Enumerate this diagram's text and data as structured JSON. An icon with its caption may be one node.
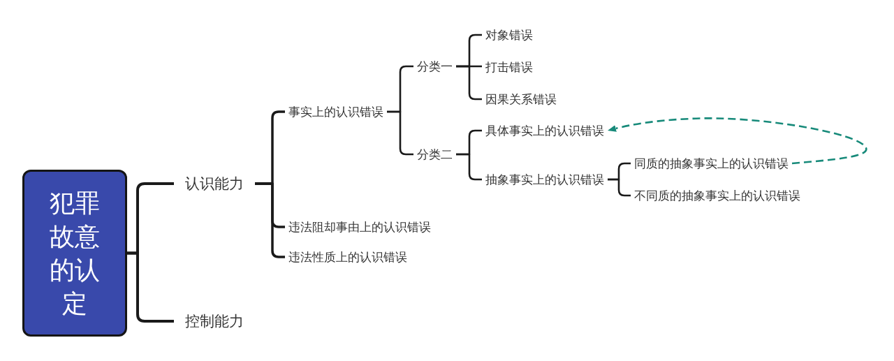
{
  "diagram": {
    "nodes": [
      {
        "text": [
          "犯罪故意的认定"
        ]
      },
      {
        "text": [
          "认识能力"
        ]
      },
      {
        "text": [
          "控制能力"
        ]
      },
      {
        "text": [
          "事实上的认识错误"
        ]
      },
      {
        "text": [
          "违法阻却事由上的认识错误"
        ]
      },
      {
        "text": [
          "违法性质上的认识错误"
        ]
      },
      {
        "text": [
          "分类一"
        ]
      },
      {
        "text": [
          "分类二"
        ]
      },
      {
        "text": [
          "对象错误"
        ]
      },
      {
        "text": [
          "打击错误"
        ]
      },
      {
        "text": [
          "因果关系错误"
        ]
      },
      {
        "text": [
          "具体事实上的认识错误"
        ]
      },
      {
        "text": [
          "抽象事实上的认识错误"
        ]
      },
      {
        "text": [
          "同质的抽象事实上的认识错误"
        ]
      },
      {
        "text": [
          "不同质的抽象事实上的认识错误"
        ]
      }
    ],
    "edges": [
      {
        "from": 0,
        "to": 1,
        "arrow": "none"
      },
      {
        "from": 0,
        "to": 2,
        "arrow": "none"
      },
      {
        "from": 1,
        "to": 3,
        "arrow": "none"
      },
      {
        "from": 1,
        "to": 4,
        "arrow": "none"
      },
      {
        "from": 1,
        "to": 5,
        "arrow": "none"
      },
      {
        "from": 3,
        "to": 6,
        "arrow": "none"
      },
      {
        "from": 3,
        "to": 7,
        "arrow": "none"
      },
      {
        "from": 6,
        "to": 8,
        "arrow": "none"
      },
      {
        "from": 6,
        "to": 9,
        "arrow": "none"
      },
      {
        "from": 6,
        "to": 10,
        "arrow": "none"
      },
      {
        "from": 7,
        "to": 11,
        "arrow": "none"
      },
      {
        "from": 7,
        "to": 12,
        "arrow": "none"
      },
      {
        "from": 12,
        "to": 13,
        "arrow": "none"
      },
      {
        "from": 12,
        "to": 14,
        "arrow": "none"
      },
      {
        "from": 13,
        "to": 11,
        "arrow": "to",
        "style": "dashed",
        "color": "#178a7a"
      }
    ]
  }
}
